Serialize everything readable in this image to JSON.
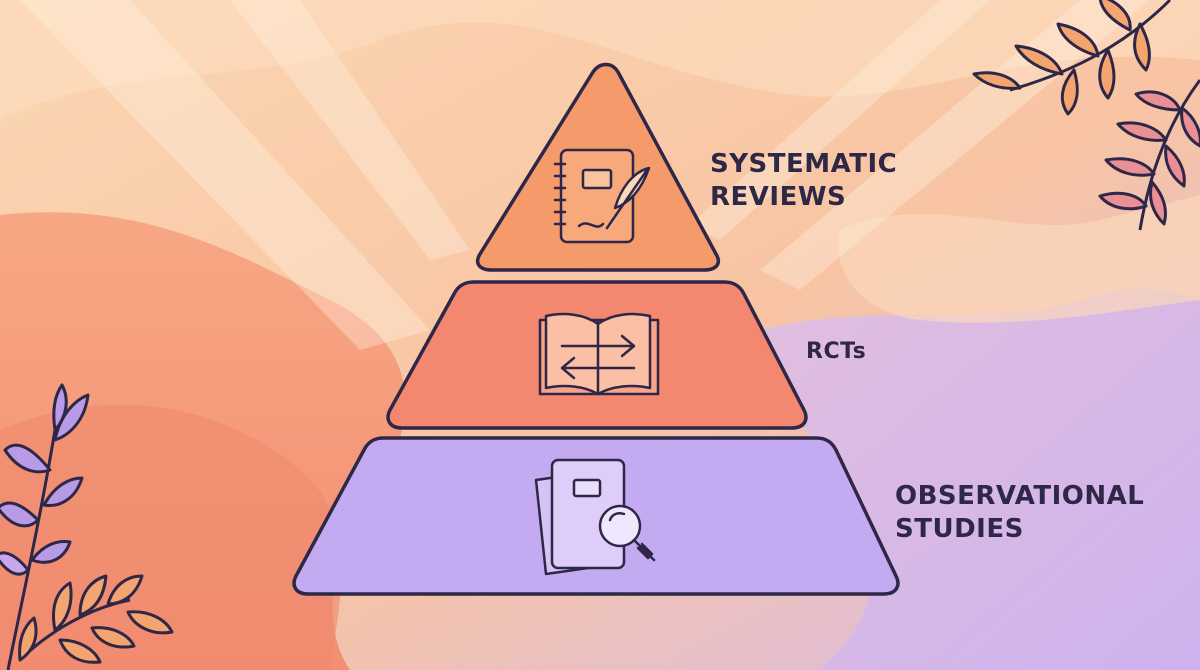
{
  "pyramid": {
    "tiers": [
      {
        "id": "top",
        "label_lines": [
          "SYSTEMATIC",
          "REVIEWS"
        ],
        "icon": "notebook-feather-icon",
        "fill": "#f59a6a"
      },
      {
        "id": "middle",
        "label_lines": [
          "RCTs"
        ],
        "icon": "open-book-arrows-icon",
        "fill": "#f4876f"
      },
      {
        "id": "bottom",
        "label_lines": [
          "OBSERVATIONAL",
          "STUDIES"
        ],
        "icon": "papers-magnifier-icon",
        "fill": "#c4aaf0"
      }
    ]
  },
  "colors": {
    "outline": "#2e2747",
    "text": "#2e2747",
    "background_warm": "#f9cba6",
    "background_coral": "#f49a78",
    "background_lavender": "#d2b5e9",
    "leaf_orange": "#f4a56f",
    "leaf_pink": "#ea8f93",
    "leaf_purple": "#b79be6"
  }
}
